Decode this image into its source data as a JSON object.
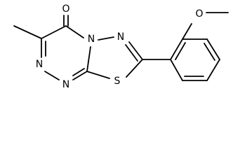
{
  "molecule": {
    "atoms": {
      "carbonyl_oxygen": "O",
      "triazine_n_upper": "N",
      "triazine_n_left": "N",
      "triazine_n_bridge": "N",
      "thiadiazole_n": "N",
      "sulfur": "S",
      "methoxy_oxygen": "O"
    }
  }
}
